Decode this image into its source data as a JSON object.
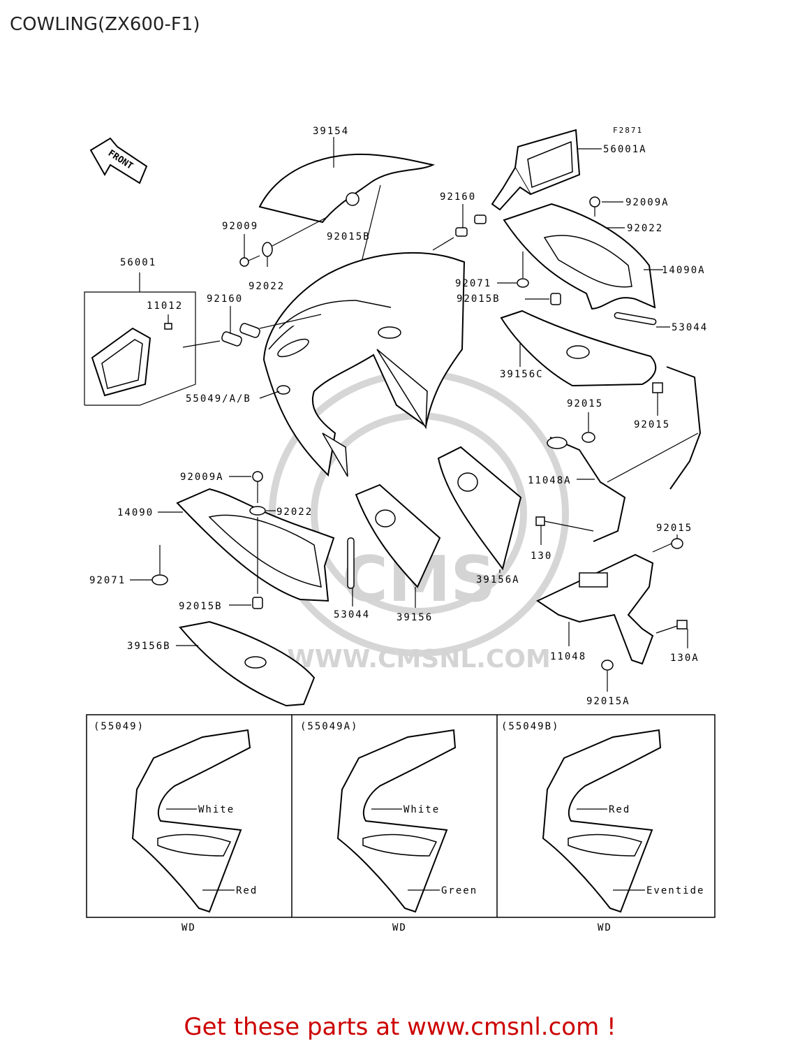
{
  "title": "COWLING(ZX600-F1)",
  "figure_code": "F2871",
  "front_label": "FRONT",
  "footer": "Get these parts at www.cmsnl.com !",
  "watermark": {
    "brand": "CMS",
    "url": "WWW.CMSNL.COM"
  },
  "parts": {
    "p39154": "39154",
    "p56001A": "56001A",
    "p92009A_top": "92009A",
    "p92022_top": "92022",
    "p14090A": "14090A",
    "p92160_top": "92160",
    "p92009": "92009",
    "p92015B_top": "92015B",
    "p92022_mid": "92022",
    "p56001": "56001",
    "p11012": "11012",
    "p92160_left": "92160",
    "p92071_top": "92071",
    "p92015B_right": "92015B",
    "p53044_top": "53044",
    "p39156C": "39156C",
    "p55049AB": "55049/A/B",
    "p92015_a": "92015",
    "p92015_b": "92015",
    "p11048A": "11048A",
    "p92009A_low": "92009A",
    "p14090": "14090",
    "p92022_low": "92022",
    "p130": "130",
    "p92015_c": "92015",
    "p92071_low": "92071",
    "p39156A": "39156A",
    "p92015B_low": "92015B",
    "p53044_low": "53044",
    "p39156": "39156",
    "p11048": "11048",
    "p130A": "130A",
    "p39156B": "39156B",
    "p92015A": "92015A"
  },
  "variants": [
    {
      "code": "(55049)",
      "color_upper": "White",
      "color_lower": "Red",
      "note": "WD"
    },
    {
      "code": "(55049A)",
      "color_upper": "White",
      "color_lower": "Green",
      "note": "WD"
    },
    {
      "code": "(55049B)",
      "color_upper": "Red",
      "color_lower": "Eventide",
      "note": "WD"
    }
  ]
}
